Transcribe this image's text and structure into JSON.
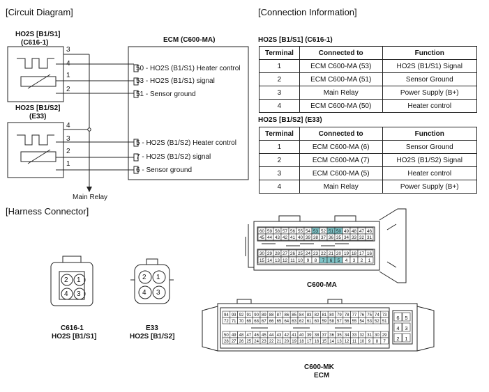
{
  "sections": {
    "circuit": "[Circuit Diagram]",
    "connection": "[Connection Information]",
    "harness": "[Harness Connector]"
  },
  "sensors": {
    "s1_name": "HO2S [B1/S1]",
    "s1_code": "(C616-1)",
    "s2_name": "HO2S [B1/S2]",
    "s2_code": "(E33)",
    "s1_pins": [
      "3",
      "4",
      "1",
      "2"
    ],
    "s2_pins": [
      "4",
      "3",
      "2",
      "1"
    ]
  },
  "ecm": {
    "title": "ECM (C600-MA)",
    "pins": [
      {
        "num": "50",
        "label": " - HO2S (B1/S1) Heater control"
      },
      {
        "num": "53",
        "label": " - HO2S (B1/S1) signal"
      },
      {
        "num": "51",
        "label": " - Sensor ground"
      },
      {
        "num": "5",
        "label": " - HO2S (B1/S2) Heater control"
      },
      {
        "num": "7",
        "label": " - HO2S (B1/S2) signal"
      },
      {
        "num": "6",
        "label": " - Sensor ground"
      }
    ],
    "main_relay": "Main Relay"
  },
  "tables": {
    "headers": [
      "Terminal",
      "Connected to",
      "Function"
    ],
    "t1_title": "HO2S [B1/S1] (C616-1)",
    "t1_rows": [
      [
        "1",
        "ECM C600-MA (53)",
        "HO2S (B1/S1) Signal"
      ],
      [
        "2",
        "ECM C600-MA (51)",
        "Sensor Ground"
      ],
      [
        "3",
        "Main Relay",
        "Power Supply (B+)"
      ],
      [
        "4",
        "ECM C600-MA (50)",
        "Heater control"
      ]
    ],
    "t2_title": "HO2S [B1/S2] (E33)",
    "t2_rows": [
      [
        "1",
        "ECM C600-MA (6)",
        "Sensor Ground"
      ],
      [
        "2",
        "ECM C600-MA (7)",
        "HO2S (B1/S2) Signal"
      ],
      [
        "3",
        "ECM C600-MA (5)",
        "Heater control"
      ],
      [
        "4",
        "Main Relay",
        "Power Supply (B+)"
      ]
    ]
  },
  "harness": {
    "c616_pins": [
      "2",
      "1",
      "4",
      "3"
    ],
    "c616_label1": "C616-1",
    "c616_label2": "HO2S [B1/S1]",
    "e33_pins": [
      "2",
      "1",
      "4",
      "3"
    ],
    "e33_label1": "E33",
    "e33_label2": "HO2S [B1/S2]",
    "ma_rows": [
      [
        "60",
        "59",
        "58",
        "57",
        "56",
        "55",
        "54",
        "53",
        "52",
        "51",
        "50",
        "49",
        "48",
        "47",
        "46"
      ],
      [
        "45",
        "44",
        "43",
        "42",
        "41",
        "40",
        "39",
        "38",
        "37",
        "36",
        "35",
        "34",
        "33",
        "32",
        "31"
      ],
      [
        "30",
        "29",
        "28",
        "27",
        "26",
        "25",
        "24",
        "23",
        "22",
        "21",
        "20",
        "19",
        "18",
        "17",
        "16"
      ],
      [
        "15",
        "14",
        "13",
        "12",
        "11",
        "10",
        "9",
        "8",
        "7",
        "6",
        "5",
        "4",
        "3",
        "2",
        "1"
      ]
    ],
    "ma_highlight": [
      "53",
      "51",
      "50",
      "7",
      "6",
      "5"
    ],
    "ma_label": "C600-MA",
    "mk_rows": [
      [
        "94",
        "93",
        "92",
        "91",
        "90",
        "89",
        "88",
        "87",
        "86",
        "85",
        "84",
        "83",
        "82",
        "81",
        "80",
        "79",
        "78",
        "77",
        "76",
        "75",
        "74",
        "73"
      ],
      [
        "72",
        "71",
        "70",
        "69",
        "68",
        "67",
        "66",
        "65",
        "64",
        "63",
        "62",
        "61",
        "60",
        "59",
        "58",
        "57",
        "56",
        "55",
        "54",
        "53",
        "52",
        "51"
      ],
      [
        "50",
        "49",
        "48",
        "47",
        "46",
        "45",
        "44",
        "43",
        "42",
        "41",
        "40",
        "39",
        "38",
        "37",
        "36",
        "35",
        "34",
        "33",
        "32",
        "31",
        "30",
        "29"
      ],
      [
        "28",
        "27",
        "26",
        "25",
        "24",
        "23",
        "22",
        "21",
        "20",
        "19",
        "18",
        "17",
        "16",
        "15",
        "14",
        "13",
        "12",
        "11",
        "10",
        "9",
        "8",
        "7"
      ]
    ],
    "mk_side": [
      "6",
      "5",
      "4",
      "3",
      "2",
      "1"
    ],
    "mk_label1": "C600-MK",
    "mk_label2": "ECM"
  },
  "colors": {
    "highlight": "#7fc4c8",
    "line": "#222222"
  }
}
